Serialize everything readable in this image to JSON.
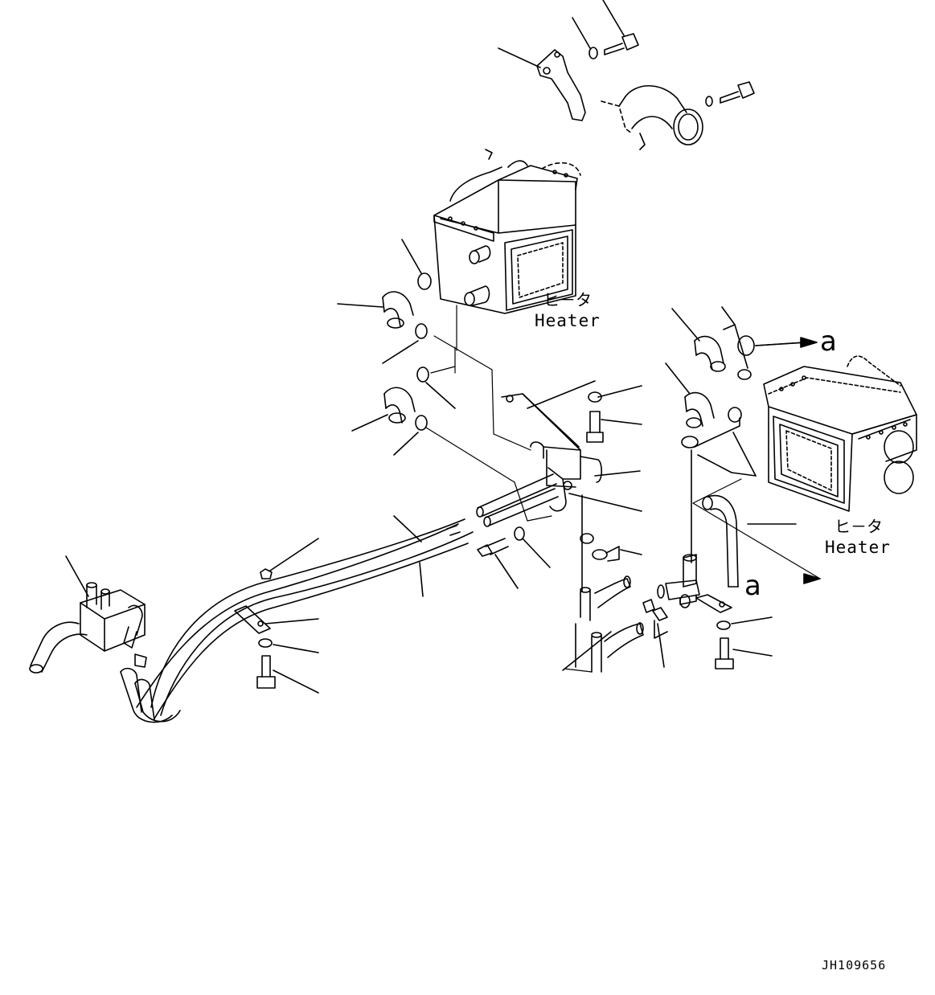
{
  "labels": {
    "heater_upper_jp": "ヒ－タ",
    "heater_upper_en": "Heater",
    "heater_right_jp": "ヒ－タ",
    "heater_right_en": "Heater",
    "arrow_a_top": "a",
    "arrow_a_bottom": "a",
    "document_id": "JH109656"
  }
}
